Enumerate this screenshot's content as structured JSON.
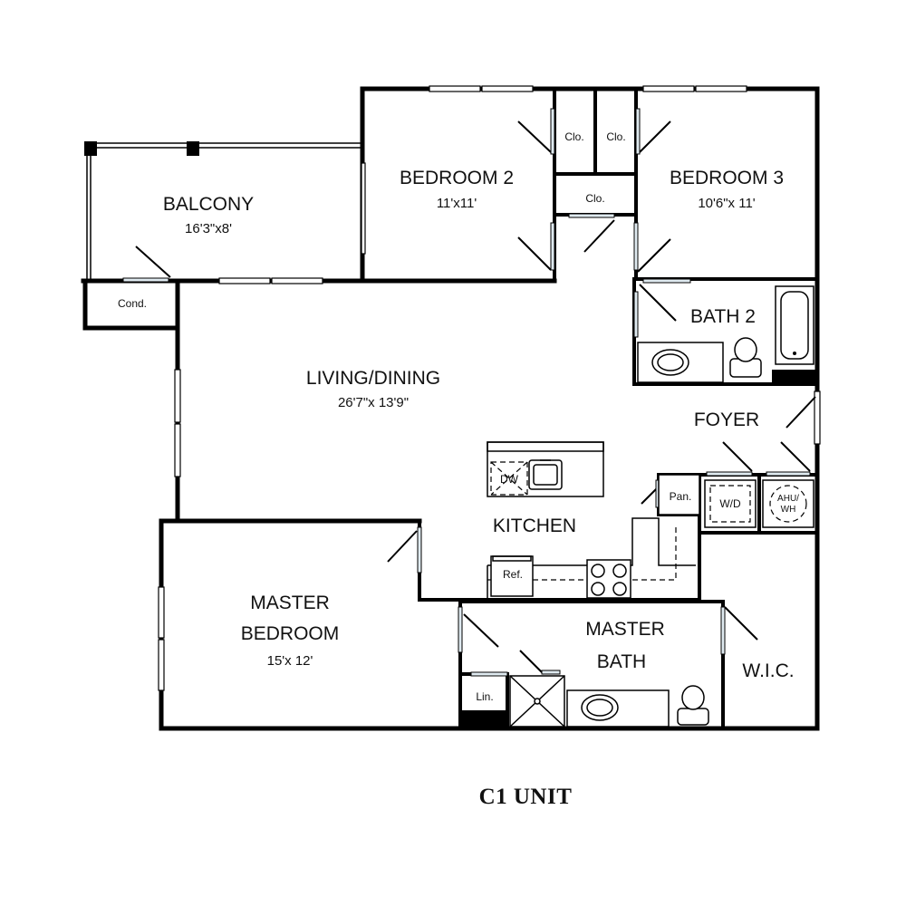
{
  "unit_title": "C1 UNIT",
  "rooms": {
    "balcony": {
      "name": "BALCONY",
      "size": "16'3\"x8'"
    },
    "bedroom2": {
      "name": "BEDROOM 2",
      "size": "11'x11'"
    },
    "bedroom3": {
      "name": "BEDROOM 3",
      "size": "10'6\"x 11'"
    },
    "living": {
      "name": "LIVING/DINING",
      "size": "26'7\"x 13'9\""
    },
    "bath2": {
      "name": "BATH 2"
    },
    "foyer": {
      "name": "FOYER"
    },
    "kitchen": {
      "name": "KITCHEN"
    },
    "master_bedroom": {
      "name_line1": "MASTER",
      "name_line2": "BEDROOM",
      "size": "15'x 12'"
    },
    "master_bath": {
      "name_line1": "MASTER",
      "name_line2": "BATH"
    },
    "wic": {
      "name": "W.I.C."
    }
  },
  "fixtures": {
    "closet_1": "Clo.",
    "closet_2": "Clo.",
    "closet_3": "Clo.",
    "condenser": "Cond.",
    "pantry": "Pan.",
    "washer_dryer": "W/D",
    "ahu_line1": "AHU/",
    "ahu_line2": "WH",
    "dishwasher": "DW",
    "refrigerator": "Ref.",
    "linen": "Lin."
  }
}
